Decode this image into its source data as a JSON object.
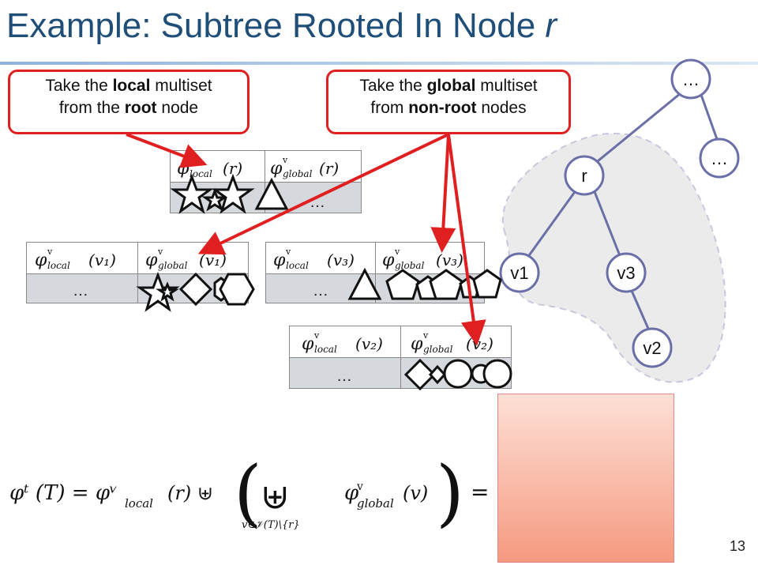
{
  "slide": {
    "title_main": "Example: Subtree Rooted In Node ",
    "title_var": "r",
    "page_number": "13"
  },
  "callouts": {
    "local": {
      "pre": "Take the ",
      "bold1": "local",
      "mid": " multiset",
      "line2_pre": "from the ",
      "bold2": "root",
      "post": " node"
    },
    "global": {
      "pre": "Take the ",
      "bold1": "global",
      "mid": " multiset",
      "line2_pre": "from ",
      "bold2": "non-root",
      "post": " nodes"
    }
  },
  "tree": {
    "nodes": {
      "top": "…",
      "right": "…",
      "r": "r",
      "v1": "v1",
      "v3": "v3",
      "v2": "v2"
    }
  },
  "tables": {
    "r": {
      "node": "r",
      "ellipsis": "…"
    },
    "v1": {
      "node": "v₁",
      "ellipsis": "…"
    },
    "v3": {
      "node": "v₃",
      "ellipsis": "…"
    },
    "v2": {
      "node": "v₂",
      "ellipsis": "…"
    }
  },
  "labels": {
    "phi": "φ",
    "v": "v",
    "t": "t",
    "local": "local",
    "global": "global"
  },
  "formula": {
    "lhs": "φᵗ (T) = φᵛ",
    "local_sub": "local",
    "r_arg": "(r) ⊎",
    "under": "v∈𝒱(T)\\{r}",
    "global_sub": "global",
    "v_arg": "(v)",
    "eq": "="
  },
  "colors": {
    "title": "#1f4e79",
    "arrow": "#e02020",
    "node_border": "#6a6fa8",
    "cell_fill": "#d5d9de"
  }
}
